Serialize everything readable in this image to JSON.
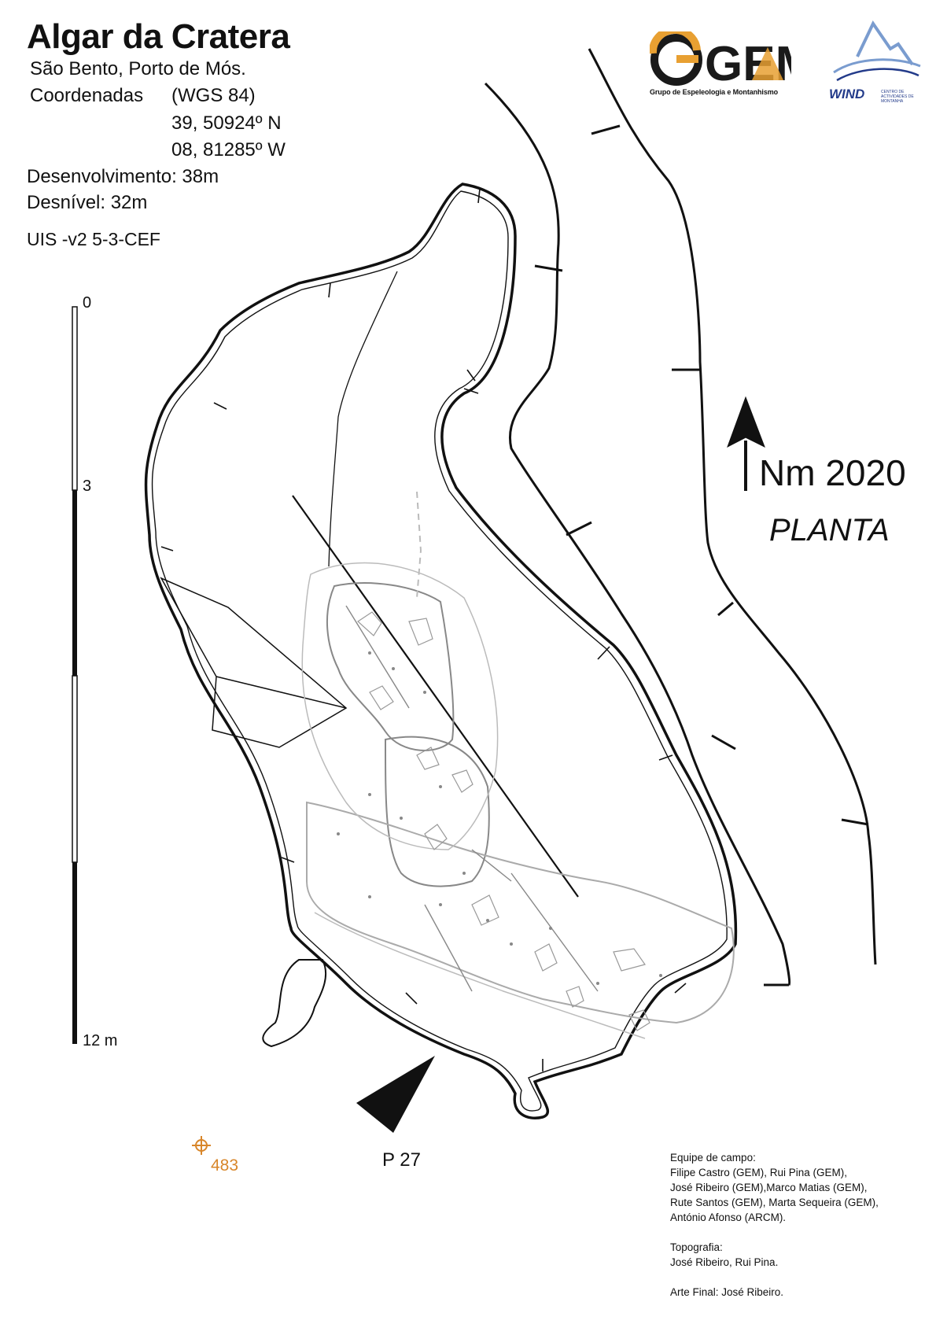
{
  "title": "Algar da Cratera",
  "location": "São Bento, Porto de Mós.",
  "coordinates": {
    "label": "Coordenadas",
    "datum": "(WGS 84)",
    "lat": "39, 50924º N",
    "lon": "08, 81285º W"
  },
  "development": "Desenvolvimento: 38m",
  "drop": "Desnível:  32m",
  "uis_grade": "UIS -v2 5-3-CEF",
  "scale_bar": {
    "label_0": "0",
    "label_3": "3",
    "label_12": "12 m"
  },
  "north": {
    "label": "Nm 2020",
    "icon": "north-arrow-icon"
  },
  "view_name": "PLANTA",
  "pit_label": "P 27",
  "station": {
    "label": "483",
    "icon": "survey-station-icon",
    "color": "#d8862a"
  },
  "credits": {
    "field_team_heading": "Equipe de campo:",
    "field_team_lines": [
      "Filipe Castro (GEM), Rui Pina (GEM),",
      "José Ribeiro (GEM),Marco Matias (GEM),",
      "Rute Santos (GEM), Marta Sequeira (GEM),",
      "António Afonso (ARCM)."
    ],
    "survey_heading": "Topografia:",
    "survey_names": "José Ribeiro, Rui Pina.",
    "final_art": "Arte Final: José Ribeiro."
  },
  "logos": {
    "gem": {
      "text": "GEM",
      "subtitle": "Grupo de Espeleologia e Montanhismo",
      "accent_color": "#e8a032",
      "dark_color": "#1a1a1a"
    },
    "wind": {
      "text": "WIND",
      "subtitle": "Centro de Actividades de Montanha",
      "color": "#233b8a"
    }
  }
}
